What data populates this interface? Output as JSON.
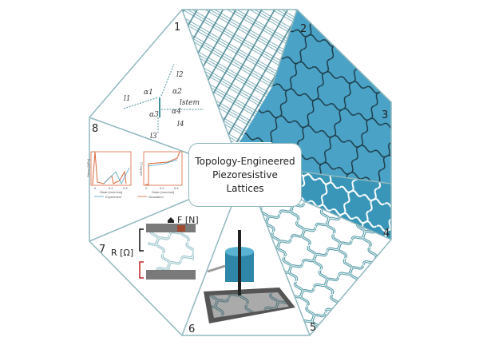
{
  "title_lines": [
    "Topology-Engineered",
    "Piezoresistive",
    "Lattices"
  ],
  "segment_labels": [
    "1",
    "2",
    "3",
    "4",
    "5",
    "6",
    "7",
    "8"
  ],
  "panel1_labels": {
    "l1": "l1",
    "l2": "l2",
    "l3": "l3",
    "l4": "l4",
    "lstem": "lstem",
    "a1": "α1",
    "a2": "α2",
    "a3": "α3",
    "a4": "α4"
  },
  "panel8": {
    "left_ylabel": "Stress [MPa]",
    "right_ylabel": "ΔR/R0 [-]",
    "xlabel": "Strain [mm/mm]",
    "xticks": [
      "0",
      "0.2",
      "0.4"
    ],
    "legend": [
      "Experiment",
      "Simulation"
    ]
  },
  "panel7": {
    "force_label": "F [N]",
    "resistance_label": "R [Ω]"
  },
  "colors": {
    "outline": "#8fb8be",
    "teal": "#3f8f9c",
    "blue": "#4aa3c7",
    "dark_blue": "#2e86a8",
    "orange": "#d9683a"
  }
}
